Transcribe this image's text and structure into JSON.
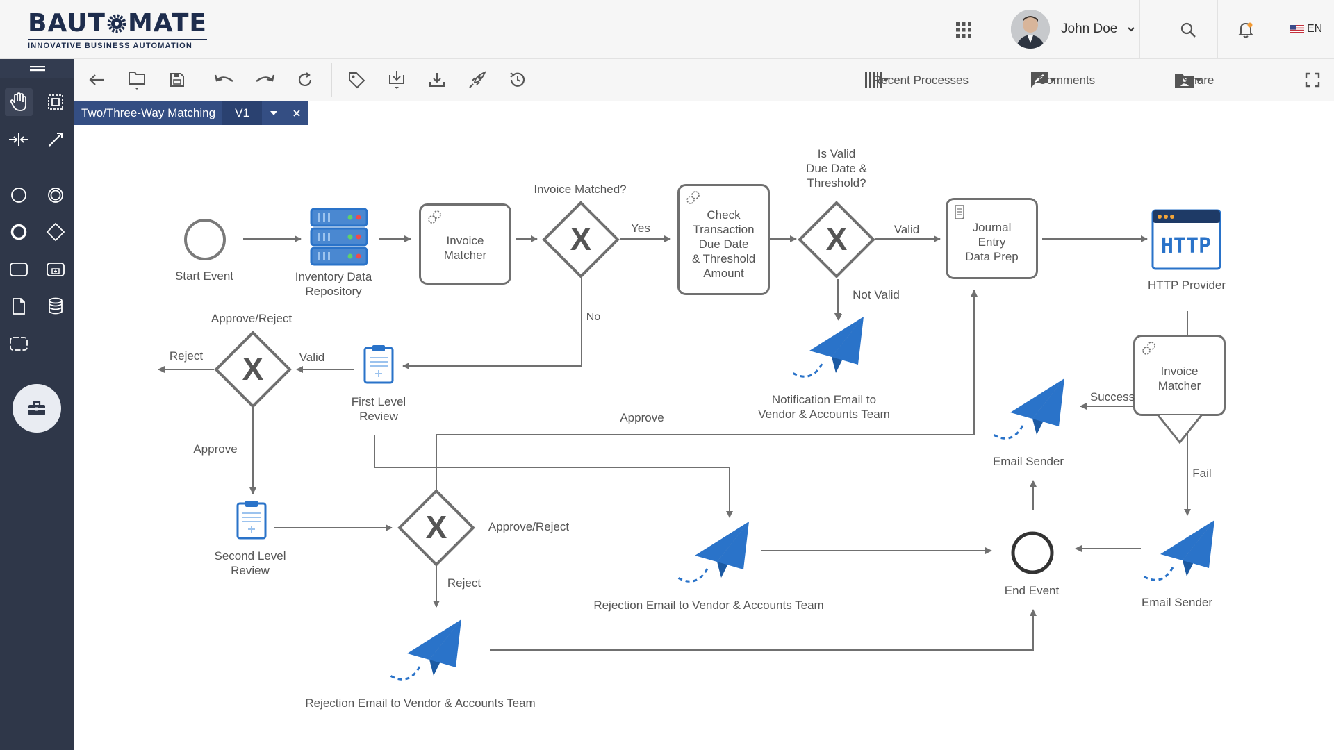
{
  "app": {
    "brand": "BAUTOMATE",
    "tagline": "INNOVATIVE BUSINESS AUTOMATION",
    "brand_color": "#1e2d4d"
  },
  "header": {
    "apps_icon": "grid-icon",
    "user_name": "John Doe",
    "search_icon": "search-icon",
    "notification_icon": "bell-icon",
    "language": "EN"
  },
  "sidebar": {
    "tools": [
      "hand-icon",
      "lasso-select-icon",
      "space-tool-icon",
      "connect-tool-icon",
      "start-event-icon",
      "intermediate-event-icon",
      "end-event-icon",
      "gateway-icon",
      "task-icon",
      "subprocess-icon",
      "data-object-icon",
      "data-store-icon",
      "group-icon"
    ],
    "toolbox_icon": "toolbox-icon"
  },
  "toolbar": {
    "recent_processes": "Recent Processes",
    "comments": "Comments",
    "share": "Share"
  },
  "tab": {
    "name": "Two/Three-Way Matching",
    "version": "V1"
  },
  "diagram": {
    "start_event": "Start Event",
    "inventory_repo": [
      "Inventory Data",
      "Repository"
    ],
    "invoice_matcher_1": [
      "Invoice",
      "Matcher"
    ],
    "gateway_1_label": "Invoice Matched?",
    "yes": "Yes",
    "no": "No",
    "check_transaction": [
      "Check",
      "Transaction",
      "Due Date",
      "& Threshold",
      "Amount"
    ],
    "gateway_2_label": [
      "Is Valid",
      "Due Date &",
      "Threshold?"
    ],
    "valid": "Valid",
    "not_valid": "Not Valid",
    "journal_entry": [
      "Journal",
      "Entry",
      "Data Prep"
    ],
    "http_provider": "HTTP Provider",
    "http_icon_text": "HTTP",
    "notification_email": [
      "Notification Email to",
      "Vendor & Accounts Team"
    ],
    "invoice_matcher_2": [
      "Invoice",
      "Matcher"
    ],
    "success": "Success",
    "fail": "Fail",
    "email_sender_1": "Email Sender",
    "email_sender_2": "Email Sender",
    "end_event": "End Event",
    "approve_reject_1": "Approve/Reject",
    "reject_1": "Reject",
    "valid_2": "Valid",
    "first_level_review": [
      "First Level",
      "Review"
    ],
    "approve_1": "Approve",
    "approve_2": "Approve",
    "second_level_review": [
      "Second Level",
      "Review"
    ],
    "approve_reject_2": "Approve/Reject",
    "reject_2": "Reject",
    "rejection_email_1": "Rejection Email to Vendor & Accounts Team",
    "rejection_email_2": "Rejection Email to Vendor & Accounts Team",
    "gateway_marker": "X"
  },
  "colors": {
    "accent_blue": "#2a73c9",
    "sidebar_bg": "#2f3749",
    "tab_bg": "#344e83"
  }
}
